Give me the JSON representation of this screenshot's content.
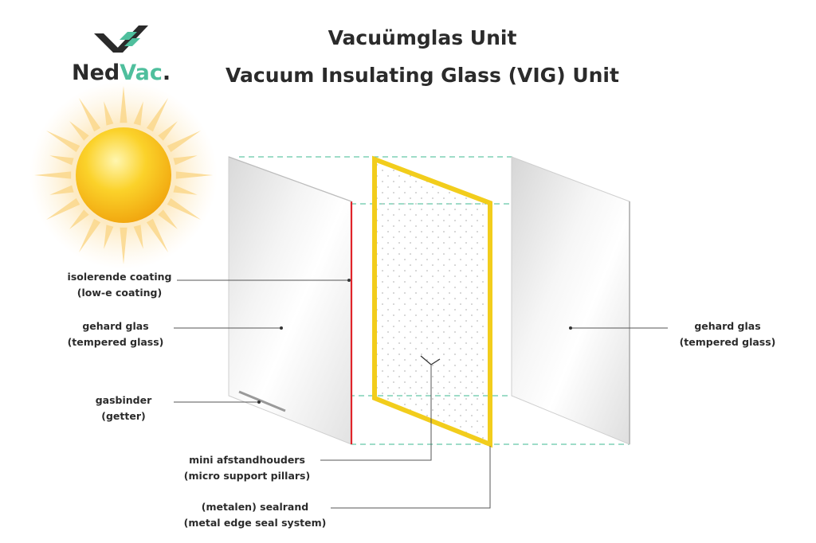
{
  "logo": {
    "text_main": "Ned",
    "text_accent": "Vac",
    "text_dot": ".",
    "accent_color": "#4fbf9d",
    "mark_icon": "checkmark-logo-icon"
  },
  "title": {
    "line1": "Vacuümglas Unit",
    "line2": "Vacuum Insulating Glass (VIG) Unit"
  },
  "labels": {
    "coating": {
      "nl": "isolerende coating",
      "en": "(low-e coating)"
    },
    "glass_left": {
      "nl": "gehard glas",
      "en": "(tempered glass)"
    },
    "getter": {
      "nl": "gasbinder",
      "en": "(getter)"
    },
    "pillars": {
      "nl": "mini afstandhouders",
      "en": "(micro support pillars)"
    },
    "seal": {
      "nl": "(metalen) sealrand",
      "en": "(metal edge seal system)"
    },
    "glass_right": {
      "nl": "gehard glas",
      "en": "(tempered glass)"
    }
  },
  "colors": {
    "seal_frame": "#f2cd1c",
    "coating_edge": "#e0242a",
    "guide_lines": "#63c7a6",
    "sun": "#f9c31c",
    "sun_rays": "#fbd88c",
    "leader_lines": "#555555"
  },
  "icons": {
    "sun": "sun-icon"
  }
}
